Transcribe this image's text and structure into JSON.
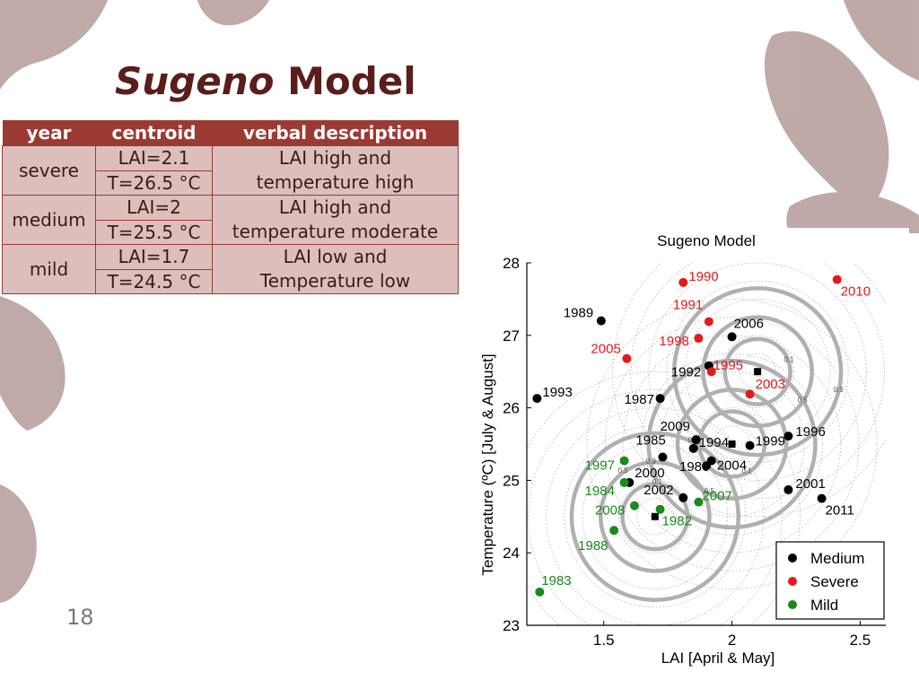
{
  "slide": {
    "title_italic": "Sugeno",
    "title_rest": " Model",
    "page_number": "18"
  },
  "table": {
    "headers": [
      "year",
      "centroid",
      "verbal description"
    ],
    "rows": [
      {
        "year": "severe",
        "centroid": [
          "LAI=2.1",
          "T=26.5 °C"
        ],
        "desc": [
          "LAI high and",
          "temperature high"
        ]
      },
      {
        "year": "medium",
        "centroid": [
          "LAI=2",
          "T=25.5 °C"
        ],
        "desc": [
          "LAI high and",
          "temperature moderate"
        ]
      },
      {
        "year": "mild",
        "centroid": [
          "LAI=1.7",
          "T=24.5 °C"
        ],
        "desc": [
          "LAI low and",
          "Temperature low"
        ]
      }
    ]
  },
  "colors": {
    "medium": "#000000",
    "severe": "#e31a1c",
    "mild": "#1a8a1a",
    "header": "#9b3a33",
    "cell": "#dcbfbd",
    "title": "#5a1e1a"
  },
  "chart_data": {
    "type": "scatter",
    "title": "Sugeno Model",
    "xlabel": "LAI [April & May]",
    "ylabel": "Temperature (ºC) [July & August]",
    "xlim": [
      1.2,
      2.6
    ],
    "ylim": [
      23,
      28
    ],
    "xticks": [
      "1.5",
      "2",
      "2.5"
    ],
    "yticks": [
      "23",
      "24",
      "25",
      "26",
      "27",
      "28"
    ],
    "legend_position": "bottom-right",
    "series": [
      {
        "name": "Medium",
        "color": "#000000",
        "points": [
          {
            "label": "1989",
            "x": 1.49,
            "y": 27.2
          },
          {
            "label": "2006",
            "x": 2.0,
            "y": 26.98
          },
          {
            "label": "1992",
            "x": 1.91,
            "y": 26.58
          },
          {
            "label": "1993",
            "x": 1.24,
            "y": 26.13
          },
          {
            "label": "1987",
            "x": 1.72,
            "y": 26.13
          },
          {
            "label": "2009",
            "x": 1.86,
            "y": 25.56
          },
          {
            "label": "1985",
            "x": 1.73,
            "y": 25.32
          },
          {
            "label": "1994",
            "x": 1.85,
            "y": 25.44
          },
          {
            "label": "1999",
            "x": 2.07,
            "y": 25.48
          },
          {
            "label": "1996",
            "x": 2.22,
            "y": 25.61
          },
          {
            "label": "2004",
            "x": 1.92,
            "y": 25.27
          },
          {
            "label": "1986",
            "x": 1.9,
            "y": 25.2
          },
          {
            "label": "2000",
            "x": 1.6,
            "y": 24.97
          },
          {
            "label": "2002",
            "x": 1.81,
            "y": 24.76
          },
          {
            "label": "2001",
            "x": 2.22,
            "y": 24.87
          },
          {
            "label": "2011",
            "x": 2.35,
            "y": 24.75
          }
        ]
      },
      {
        "name": "Severe",
        "color": "#e31a1c",
        "points": [
          {
            "label": "1990",
            "x": 1.81,
            "y": 27.73
          },
          {
            "label": "2010",
            "x": 2.41,
            "y": 27.77
          },
          {
            "label": "1991",
            "x": 1.91,
            "y": 27.19
          },
          {
            "label": "1998",
            "x": 1.87,
            "y": 26.96
          },
          {
            "label": "2005",
            "x": 1.59,
            "y": 26.68
          },
          {
            "label": "1995",
            "x": 1.92,
            "y": 26.5
          },
          {
            "label": "2003",
            "x": 2.07,
            "y": 26.19
          }
        ]
      },
      {
        "name": "Mild",
        "color": "#1a8a1a",
        "points": [
          {
            "label": "1997",
            "x": 1.58,
            "y": 25.27
          },
          {
            "label": "1984",
            "x": 1.58,
            "y": 24.97
          },
          {
            "label": "2007",
            "x": 1.87,
            "y": 24.7
          },
          {
            "label": "2008",
            "x": 1.62,
            "y": 24.65
          },
          {
            "label": "1982",
            "x": 1.72,
            "y": 24.6
          },
          {
            "label": "1988",
            "x": 1.54,
            "y": 24.31
          },
          {
            "label": "1983",
            "x": 1.25,
            "y": 23.46
          }
        ]
      }
    ],
    "centroids": [
      {
        "name": "severe",
        "x": 2.1,
        "y": 26.5
      },
      {
        "name": "medium",
        "x": 2.0,
        "y": 25.5
      },
      {
        "name": "mild",
        "x": 1.7,
        "y": 24.5
      }
    ],
    "contour_labels": [
      "0.1",
      "0.5",
      "0.9"
    ]
  }
}
